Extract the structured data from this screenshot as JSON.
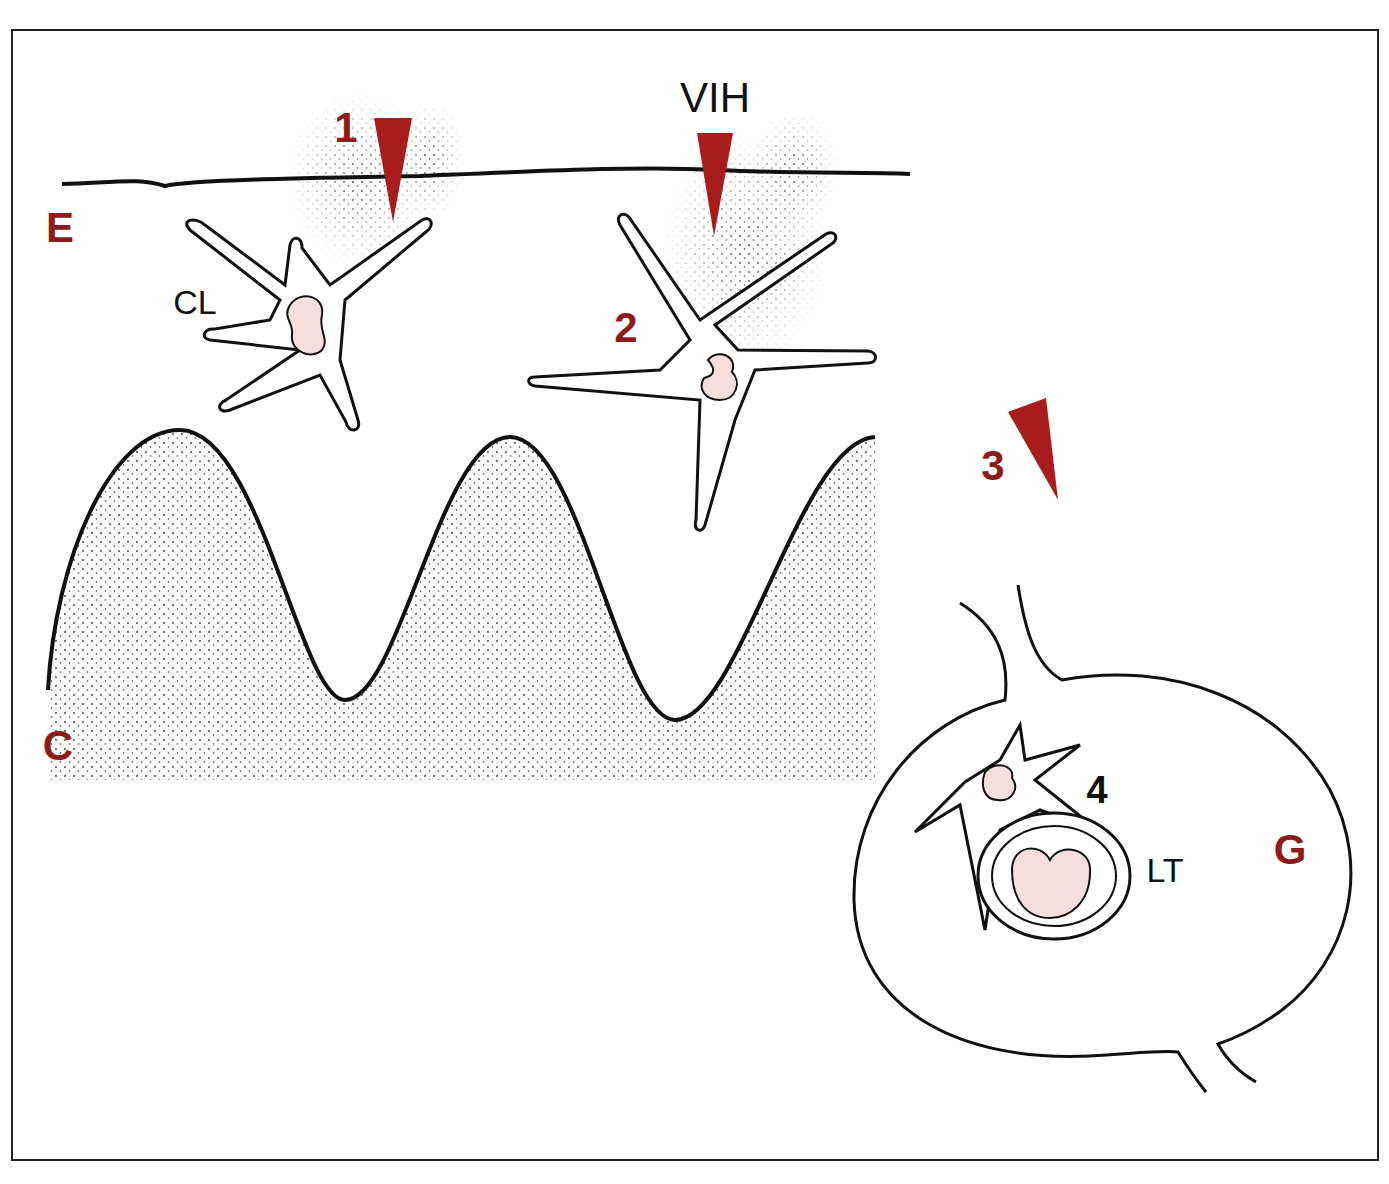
{
  "diagram": {
    "nodes": [
      {
        "text": [
          "G"
        ]
      }
    ],
    "labels": [
      "1",
      "VIH",
      "E",
      "CL",
      "2",
      "3",
      "C",
      "4",
      "LT"
    ]
  }
}
